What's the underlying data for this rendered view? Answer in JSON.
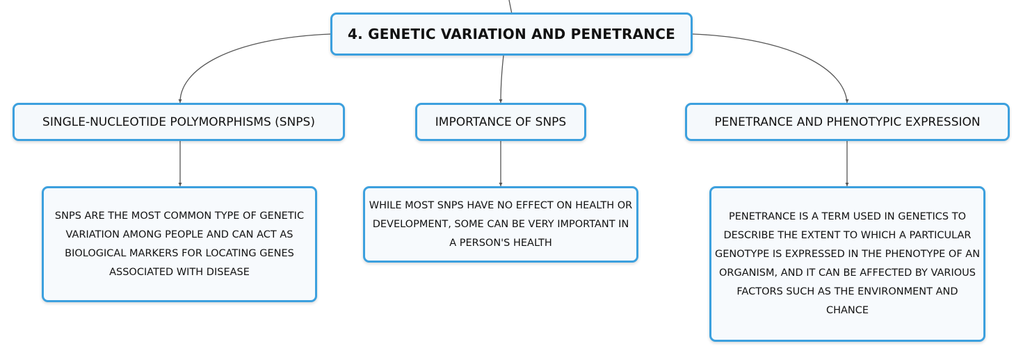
{
  "mindmap": {
    "root": {
      "label": "4. GENETIC VARIATION AND PENETRANCE"
    },
    "branches": [
      {
        "label": "SINGLE-NUCLEOTIDE POLYMORPHISMS (SNPS)",
        "detail": "SNPS ARE THE MOST COMMON TYPE OF GENETIC VARIATION AMONG PEOPLE AND CAN ACT AS BIOLOGICAL MARKERS FOR LOCATING GENES ASSOCIATED WITH DISEASE"
      },
      {
        "label": "IMPORTANCE OF SNPS",
        "detail": "WHILE MOST SNPS HAVE NO EFFECT ON HEALTH OR DEVELOPMENT, SOME CAN BE VERY IMPORTANT IN A PERSON'S HEALTH"
      },
      {
        "label": "PENETRANCE AND PHENOTYPIC EXPRESSION",
        "detail": "PENETRANCE IS A TERM USED IN GENETICS TO DESCRIBE THE EXTENT TO WHICH A PARTICULAR GENOTYPE IS EXPRESSED IN THE PHENOTYPE OF AN ORGANISM, AND IT CAN BE AFFECTED BY VARIOUS FACTORS SUCH AS THE ENVIRONMENT AND CHANCE"
      }
    ]
  },
  "colors": {
    "node_border": "#3ca0de",
    "connector": "#555555"
  }
}
